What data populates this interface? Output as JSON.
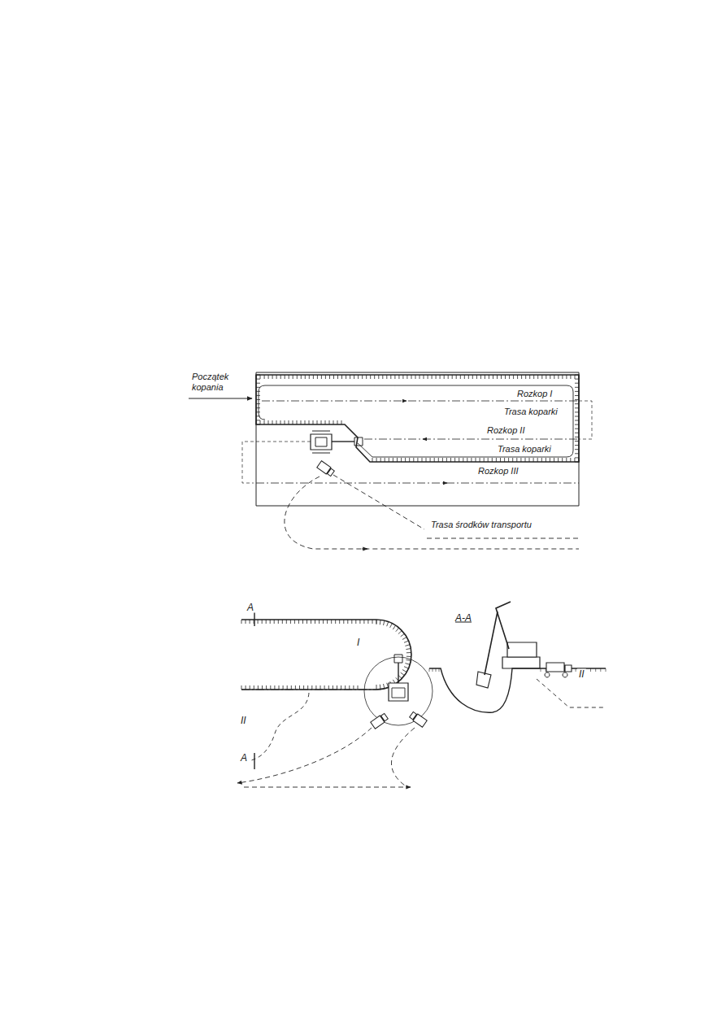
{
  "diagram": {
    "labels": [
      "Początek kopania",
      "Rozkop I",
      "Trasa koparki",
      "Rozkop II",
      "Trasa koparki",
      "Rozkop III",
      "Trasa środków transportu",
      "A",
      "A",
      "I",
      "II",
      "A-A",
      "II"
    ]
  }
}
